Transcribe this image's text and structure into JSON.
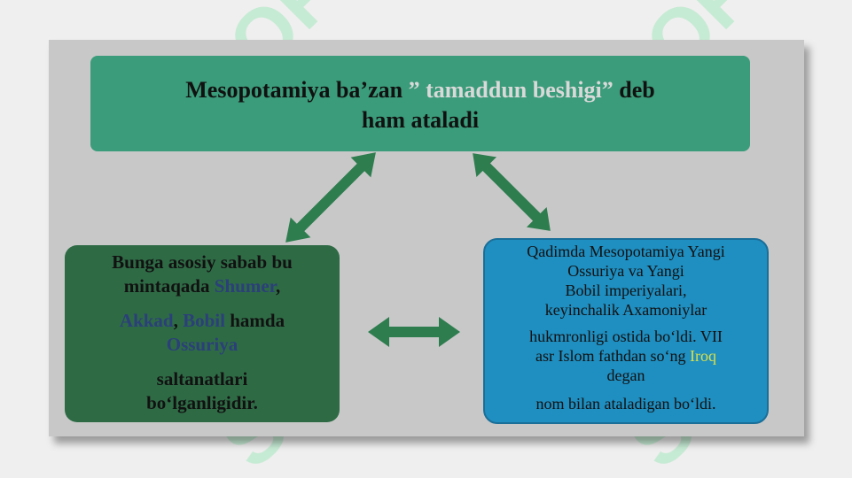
{
  "colors": {
    "background": "#efefef",
    "panel": "#c8c8c8",
    "top_box": "#3a9c7a",
    "left_box": "#2e6b45",
    "right_box": "#1f8ec0",
    "arrow": "#2e7d4f",
    "watermark": "#b9e8cf"
  },
  "watermark": {
    "text": "SOFT"
  },
  "top_box": {
    "line1_a": "Mesopotamiya ba’zan ",
    "line1_hl": "” tamaddun beshigi”",
    "line1_b": " deb",
    "line2": "ham ataladi"
  },
  "left_box": {
    "line1": "Bunga  asosiy sabab bu",
    "line2_a": "mintaqada ",
    "place1": "Shumer",
    "comma1": ",",
    "place2": "Akkad",
    "comma2": ", ",
    "place3": "Bobil",
    "line3_b": " hamda",
    "place4": "Ossuriya",
    "line5": "saltanatlari",
    "line6": "bo‘lganligidir."
  },
  "right_box": {
    "line1": "Qadimda Mesopotamiya Yangi",
    "line2": "Ossuriya va Yangi",
    "line3": "Bobil imperiyalari,",
    "line4": "keyinchalik Axamoniylar",
    "line5": "hukmronligi ostida bo‘ldi. VII",
    "line6_a": "asr Islom  fathdan so‘ng ",
    "iraq": "Iroq",
    "line7": "degan",
    "line8": "nom bilan ataladigan bo‘ldi."
  },
  "arrows": [
    {
      "name": "arrow-top-to-left",
      "style": "double-headed"
    },
    {
      "name": "arrow-top-to-right",
      "style": "double-headed"
    },
    {
      "name": "arrow-left-to-right",
      "style": "double-headed"
    }
  ]
}
